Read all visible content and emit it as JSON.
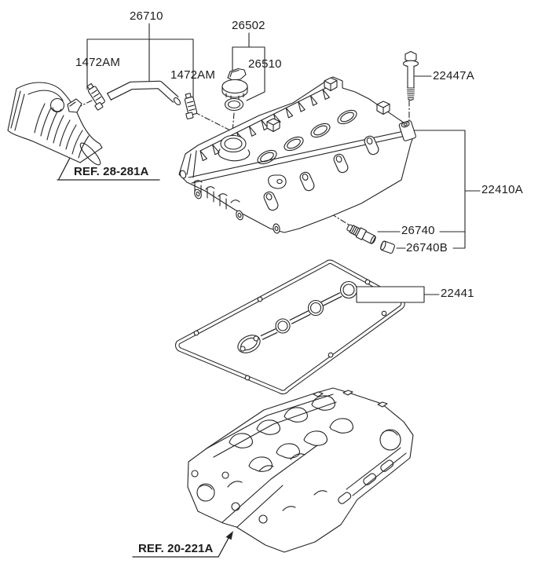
{
  "colors": {
    "background": "#ffffff",
    "line": "#232323",
    "text": "#1c1c1c"
  },
  "diagram": {
    "part_labels": [
      {
        "id": "26710",
        "text": "26710"
      },
      {
        "id": "1472AM-left",
        "text": "1472AM"
      },
      {
        "id": "1472AM-right",
        "text": "1472AM"
      },
      {
        "id": "26502",
        "text": "26502"
      },
      {
        "id": "26510",
        "text": "26510"
      },
      {
        "id": "22447A",
        "text": "22447A"
      },
      {
        "id": "22410A",
        "text": "22410A"
      },
      {
        "id": "26740",
        "text": "26740"
      },
      {
        "id": "26740B",
        "text": "26740B"
      },
      {
        "id": "22441",
        "text": "22441"
      }
    ],
    "ref_labels": [
      {
        "id": "ref-28-281A",
        "text": "REF. 28-281A"
      },
      {
        "id": "ref-20-221A",
        "text": "REF. 20-221A"
      }
    ],
    "components": [
      {
        "name": "breather-hose",
        "label": "26710"
      },
      {
        "name": "hose-clamp",
        "label": "1472AM"
      },
      {
        "name": "oil-filler-cap",
        "label": "26502"
      },
      {
        "name": "filler-cap-gasket",
        "label": "26510"
      },
      {
        "name": "flange-bolt",
        "label": "22447A"
      },
      {
        "name": "rocker-cover",
        "label": "22410A"
      },
      {
        "name": "sensor",
        "label": "26740"
      },
      {
        "name": "sensor-cap",
        "label": "26740B"
      },
      {
        "name": "rocker-cover-gasket",
        "label": "22441"
      },
      {
        "name": "air-intake-hose",
        "label": "REF. 28-281A"
      },
      {
        "name": "cylinder-head",
        "label": "REF. 20-221A"
      }
    ]
  }
}
